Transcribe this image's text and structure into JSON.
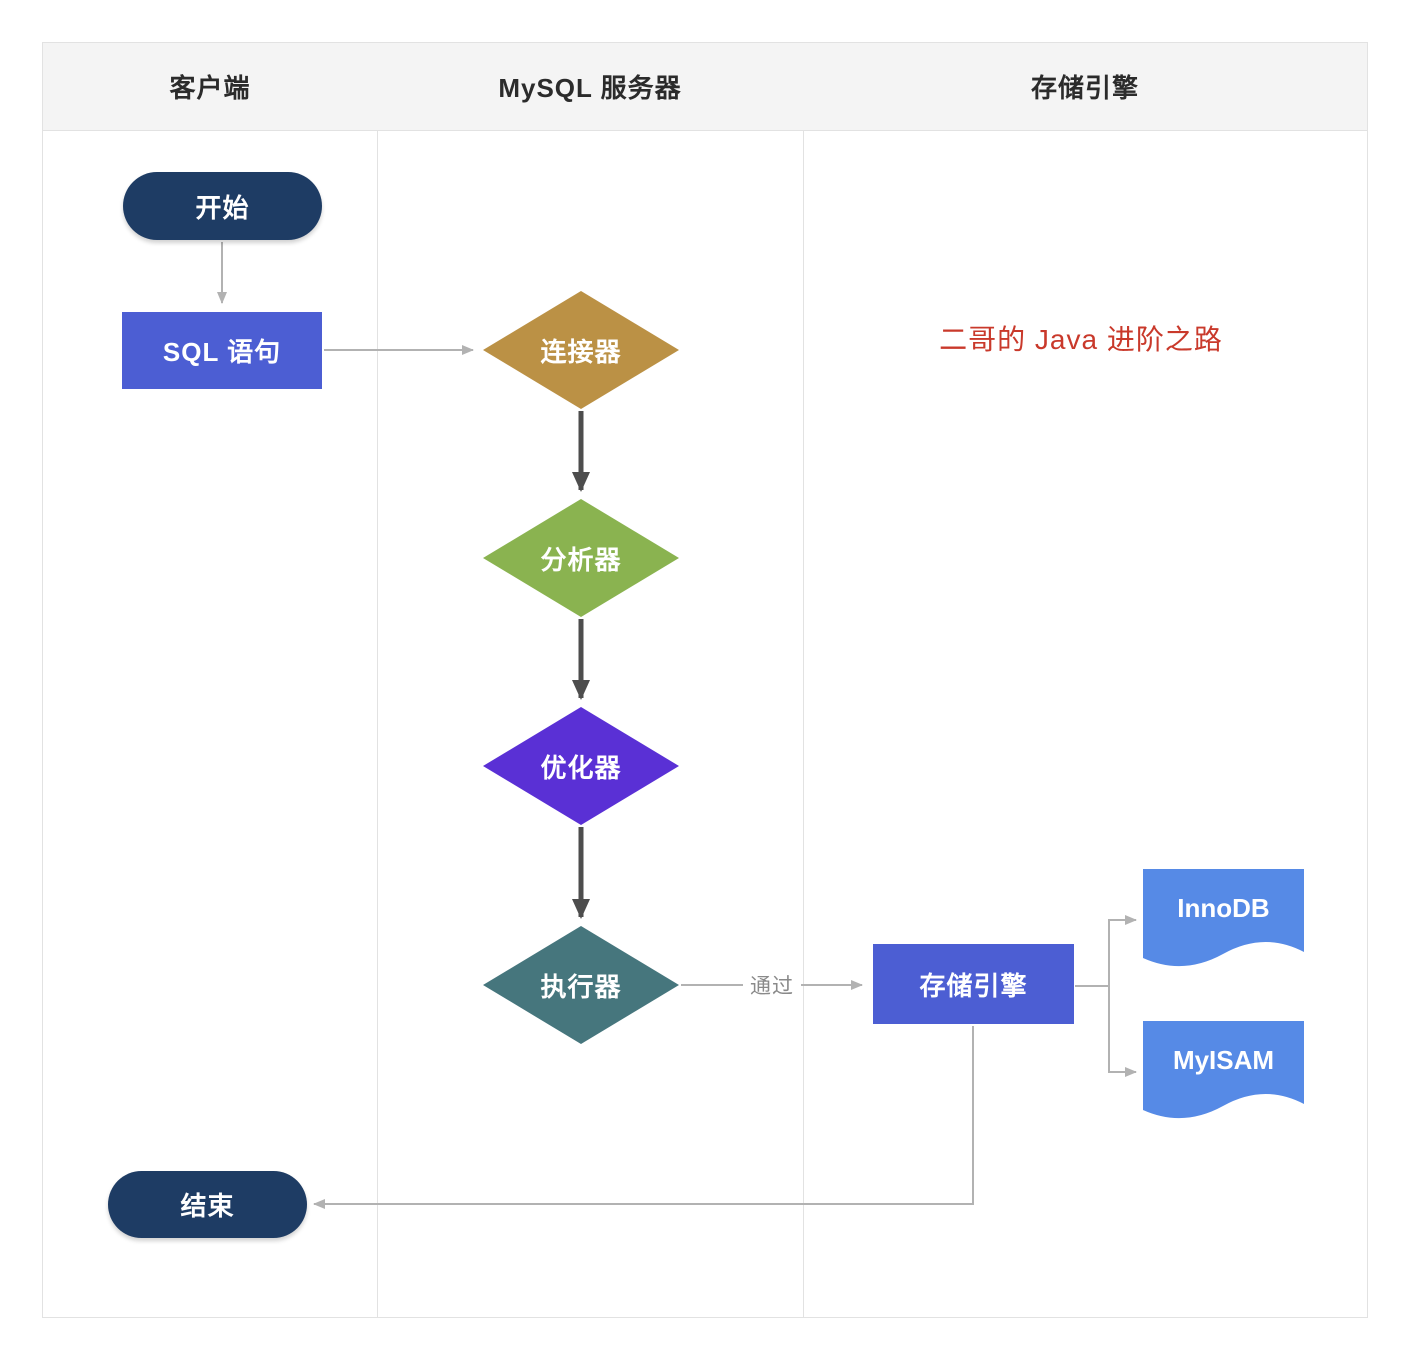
{
  "diagram": {
    "lanes": [
      {
        "label": "客户端"
      },
      {
        "label": "MySQL 服务器"
      },
      {
        "label": "存储引擎"
      }
    ],
    "nodes": {
      "start": {
        "label": "开始",
        "type": "terminator",
        "color": "#1e3c64"
      },
      "sql": {
        "label": "SQL 语句",
        "type": "process",
        "color": "#4c5ed3"
      },
      "connector": {
        "label": "连接器",
        "type": "decision",
        "color": "#bb9145"
      },
      "analyzer": {
        "label": "分析器",
        "type": "decision",
        "color": "#8ab350"
      },
      "optimizer": {
        "label": "优化器",
        "type": "decision",
        "color": "#5a30d5"
      },
      "executor": {
        "label": "执行器",
        "type": "decision",
        "color": "#46767d"
      },
      "storage": {
        "label": "存储引擎",
        "type": "process",
        "color": "#4c5ed3"
      },
      "innodb": {
        "label": "InnoDB",
        "type": "document",
        "color": "#568ae6"
      },
      "myisam": {
        "label": "MyISAM",
        "type": "document",
        "color": "#568ae6"
      },
      "end": {
        "label": "结束",
        "type": "terminator",
        "color": "#1e3c64"
      }
    },
    "edge_labels": {
      "pass": "通过"
    },
    "watermark": {
      "text": "二哥的 Java 进阶之路",
      "color": "#c9392b"
    },
    "colors": {
      "lane_header_bg": "#f4f4f4",
      "grid_line": "#e2e2e2",
      "thin_edge": "#b8b8b8",
      "thick_edge": "#4d4d4d",
      "header_text": "#2b2b2b"
    }
  }
}
